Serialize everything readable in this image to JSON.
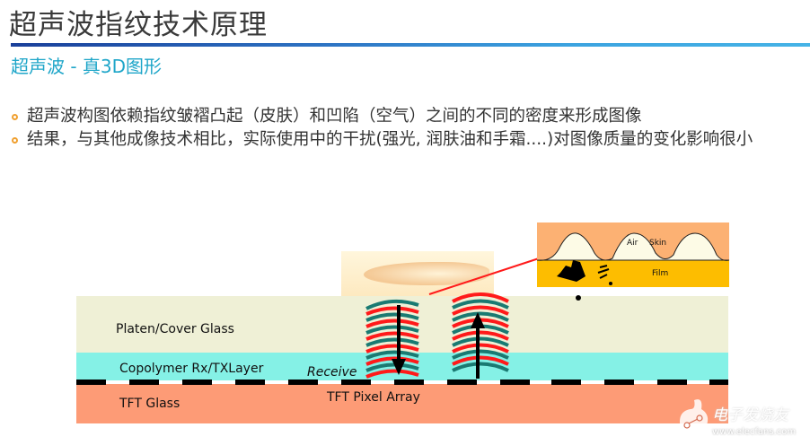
{
  "slide": {
    "title": "超声波指纹技术原理",
    "subtitle": "超声波 - 真3D图形",
    "bullets": [
      "超声波构图依赖指纹皱褶凸起（皮肤）和凹陷（空气）之间的不同的密度来形成图像",
      "结果，与其他成像技术相比，实际使用中的干扰(强光, 润肤油和手霜....)对图像质量的变化影响很小"
    ]
  },
  "diagram": {
    "layers": {
      "platen": "Platen/Cover Glass",
      "copolymer": "Copolymer Rx/TXLayer",
      "receive": "Receive",
      "tft_glass": "TFT Glass",
      "pixel_array": "TFT Pixel Array"
    },
    "inset": {
      "air": "Air",
      "skin": "Skin",
      "film": "Film"
    },
    "colors": {
      "platen": "#eff0d6",
      "copolymer": "#85f1e6",
      "tft": "#fd9b76",
      "wave_red": "#ff1a1a",
      "wave_teal": "#1a7a72",
      "skin": "#fcb173",
      "film": "#fdbd00"
    }
  },
  "watermark": {
    "brand": "电子发烧友",
    "url": "www.elecfans.com"
  }
}
